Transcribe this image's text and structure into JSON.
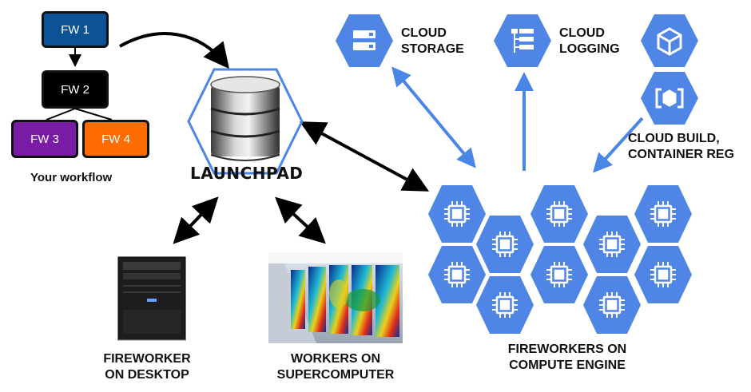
{
  "workflow": {
    "fw1": "FW 1",
    "fw2": "FW 2",
    "fw3": "FW 3",
    "fw4": "FW 4",
    "caption": "Your workflow",
    "colors": {
      "fw1": "#0b5394",
      "fw2": "#000000",
      "fw3": "#7a1ba5",
      "fw4": "#ff6d01"
    }
  },
  "launchpad": {
    "label": "LAUNCHPAD",
    "icon": "database-icon"
  },
  "desktop": {
    "line1": "FIREWORKER",
    "line2": "ON DESKTOP",
    "icon": "desktop-tower-icon"
  },
  "supercomputer": {
    "line1": "WORKERS ON",
    "line2": "SUPERCOMPUTER",
    "icon": "supercomputer-photo"
  },
  "compute_engine": {
    "line1": "FIREWORKERS ON",
    "line2": "COMPUTE ENGINE",
    "icon": "cpu-chip-icon"
  },
  "cloud_storage": {
    "line1": "CLOUD",
    "line2": "STORAGE",
    "icon": "storage-icon"
  },
  "cloud_logging": {
    "line1": "CLOUD",
    "line2": "LOGGING",
    "icon": "logging-icon"
  },
  "cloud_build": {
    "line1": "CLOUD BUILD,",
    "line2": "CONTAINER REG",
    "icon": "cube-icon"
  },
  "colors": {
    "gcp_blue": "#4a86e8",
    "hex_blue": "#4f86e6",
    "arrow": "#000000"
  }
}
